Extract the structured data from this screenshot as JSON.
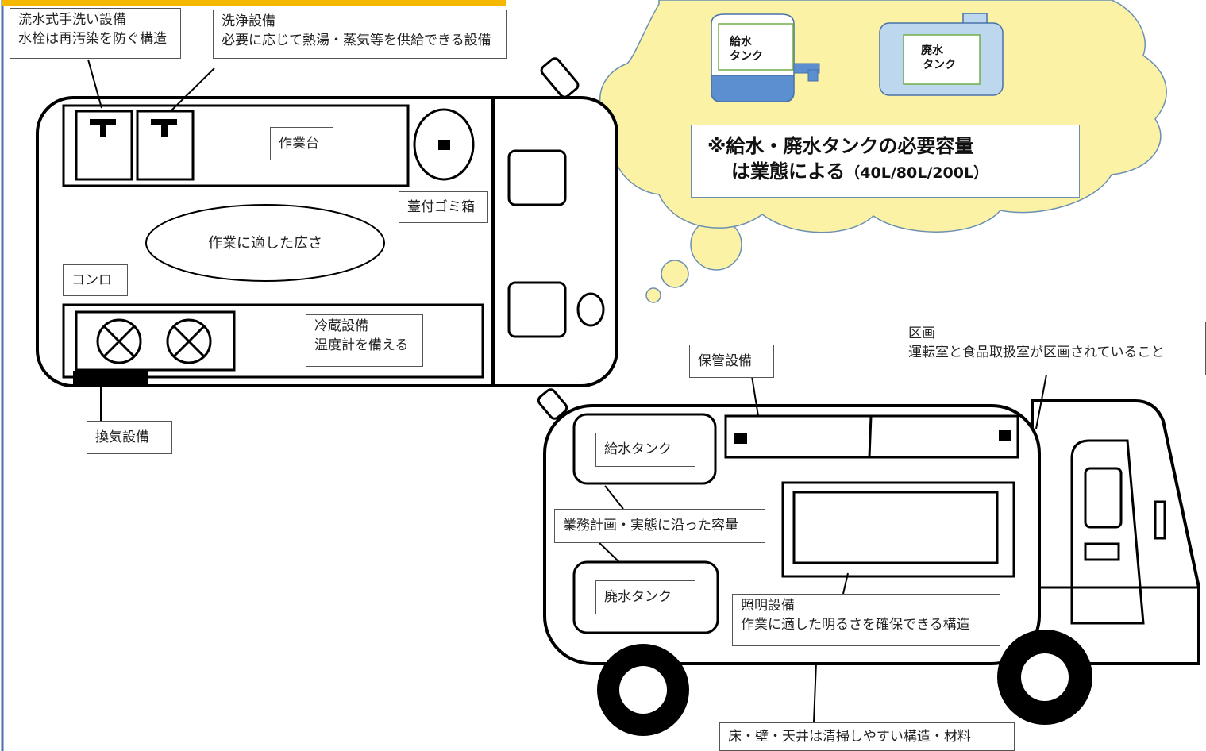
{
  "labels": {
    "handwash_title": "流水式手洗い設備",
    "handwash_note": "水栓は再汚染を防ぐ構造",
    "washing_title": "洗浄設備",
    "washing_note": "必要に応じて熱湯・蒸気等を供給できる設備",
    "worktable": "作業台",
    "trash": "蓋付ゴミ箱",
    "work_space": "作業に適した広さ",
    "stove": "コンロ",
    "fridge_title": "冷蔵設備",
    "fridge_note": "温度計を備える",
    "ventilation": "換気設備",
    "storage": "保管設備",
    "partition_title": "区画",
    "partition_note": "運転室と食品取扱室が区画されていること",
    "supply_tank": "給水タンク",
    "capacity": "業務計画・実態に沿った容量",
    "waste_tank": "廃水タンク",
    "lighting_title": "照明設備",
    "lighting_note": "作業に適した明るさを確保できる構造",
    "surfaces": "床・壁・天井は清掃しやすい構造・材料"
  },
  "cloud": {
    "supply_tank_l1": "給水",
    "supply_tank_l2": "タンク",
    "waste_tank_l1": "廃水",
    "waste_tank_l2": "タンク",
    "note_line1": "※給水・廃水タンクの必要容量",
    "note_line2": "は業態による",
    "note_caption": "（40L/80L/200L）"
  },
  "colors": {
    "page_border": "#4a72a8",
    "top_bar": "#f5b800",
    "cloud_fill": "#fcf2a5",
    "cloud_stroke": "#6b8fb3",
    "supply_tank_fill": "#5b8fd0",
    "waste_tank_fill": "#bdd7ee",
    "tank_label_border": "#70ad47"
  }
}
